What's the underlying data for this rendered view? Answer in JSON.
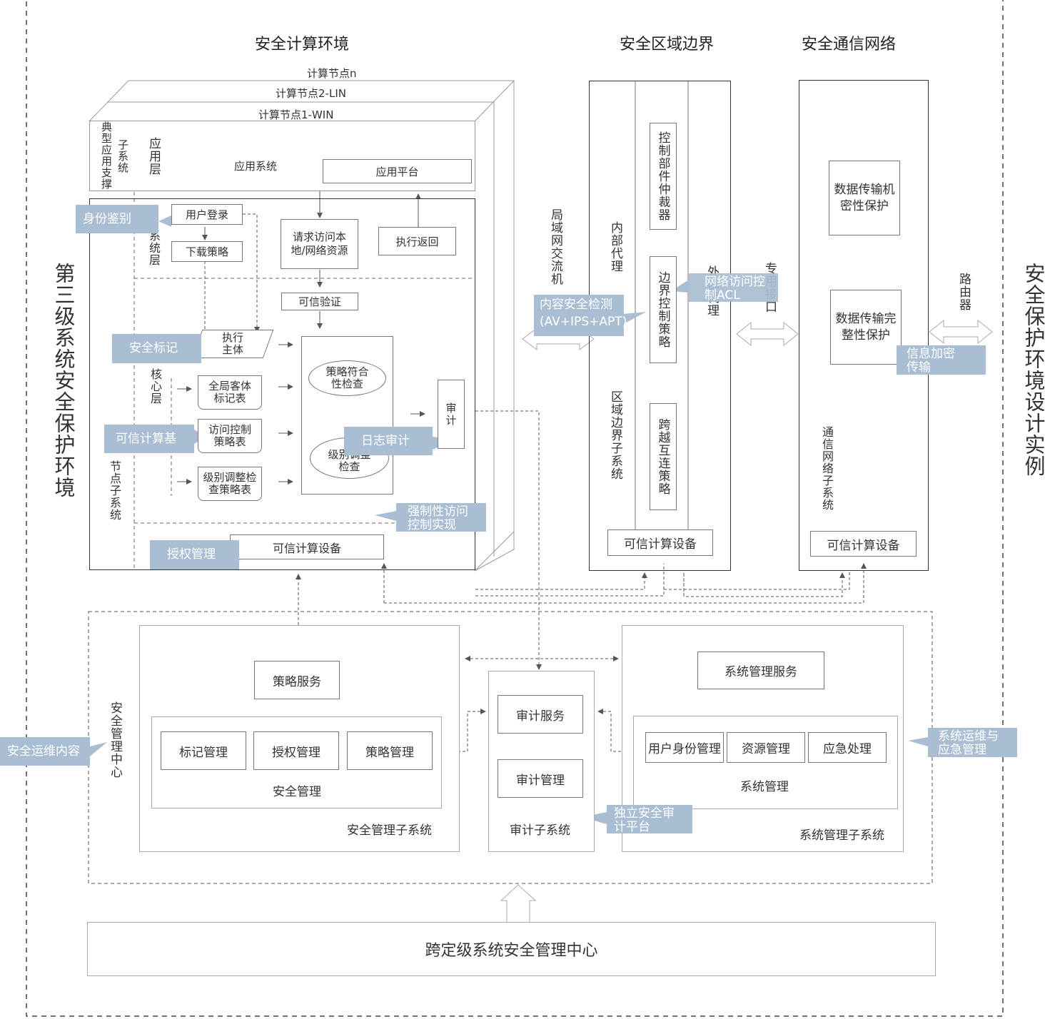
{
  "titles": {
    "compute": "安全计算环境",
    "boundary": "安全区域边界",
    "network": "安全通信网络",
    "left_vertical": "第三级系统安全保护环境",
    "right_vertical": "安全保护环境设计实例"
  },
  "nodes": {
    "n": "计算节点n",
    "lin": "计算节点2-LIN",
    "win": "计算节点1-WIN"
  },
  "compute": {
    "typical_support": "典型应用支撑",
    "subsystem": "子系统",
    "app_layer": "应用层",
    "app_system": "应用系统",
    "app_platform": "应用平台",
    "sys_layer": "系统层",
    "user_login": "用户登录",
    "download_policy": "下载策略",
    "request_access": "请求访问本地/网络资源",
    "exec_return": "执行返回",
    "trusted_verify": "可信验证",
    "exec_subject": "执行主体",
    "core_layer": "核心层",
    "global_object": "全局客体标记表",
    "access_control_table": "访问控制策略表",
    "level_adjust_table": "级别调整检查策略表",
    "policy_check": "策略符合性检查",
    "level_check": "级别调整检查",
    "audit": "审计",
    "node_subsystem": "节点子系统",
    "trusted_device": "可信计算设备"
  },
  "boundary": {
    "lan_switch": "局域网交流机",
    "inner_proxy": "内部代理",
    "control_arbiter": "控制部件仲裁器",
    "boundary_policy": "边界控制策略",
    "outer_proxy": "外部代理",
    "region_subsystem": "区域边界子系统",
    "cross_policy": "跨越互连策略",
    "trusted_device": "可信计算设备"
  },
  "network": {
    "private_interface": "专用接口",
    "confidentiality": "数据传输机密性保护",
    "integrity": "数据传输完整性保护",
    "router": "路由器",
    "comm_subsystem": "通信网络子系统",
    "trusted_device": "可信计算设备"
  },
  "mgmt": {
    "center": "安全管理中心",
    "policy_service": "策略服务",
    "mark_mgmt": "标记管理",
    "auth_mgmt": "授权管理",
    "policy_mgmt": "策略管理",
    "security_mgmt": "安全管理",
    "security_subsystem": "安全管理子系统",
    "audit_service": "审计服务",
    "audit_mgmt": "审计管理",
    "audit_subsystem": "审计子系统",
    "sys_service": "系统管理服务",
    "user_identity": "用户身份管理",
    "resource_mgmt": "资源管理",
    "emergency": "应急处理",
    "sys_mgmt": "系统管理",
    "sys_subsystem": "系统管理子系统",
    "cross_center": "跨定级系统安全管理中心"
  },
  "callouts": {
    "identity": "身份鉴别",
    "security_mark": "安全标记",
    "trusted_base": "可信计算基",
    "log_audit": "日志审计",
    "mandatory_access": "强制性访问控制实现",
    "authorization": "授权管理",
    "content_detection_1": "内容安全检测",
    "content_detection_2": "(AV+IPS+APT)",
    "network_acl": "网络访问控制ACL",
    "encryption": "信息加密传输",
    "ops_content": "安全运维内容",
    "sys_ops": "系统运维与应急管理",
    "independent_audit": "独立安全审计平台"
  },
  "colors": {
    "callout": "#a9bed3",
    "line": "#555555"
  }
}
